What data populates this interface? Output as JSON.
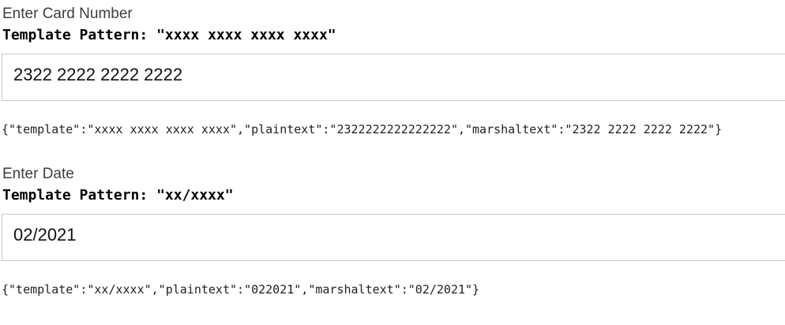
{
  "card_section": {
    "title": "Enter Card Number",
    "pattern_label": "Template Pattern: \"xxxx xxxx xxxx xxxx\"",
    "input_value": "2322 2222 2222 2222",
    "json_output": "{\"template\":\"xxxx xxxx xxxx xxxx\",\"plaintext\":\"2322222222222222\",\"marshaltext\":\"2322 2222 2222 2222\"}"
  },
  "date_section": {
    "title": "Enter Date",
    "pattern_label": "Template Pattern: \"xx/xxxx\"",
    "input_value": "02/2021",
    "json_output": "{\"template\":\"xx/xxxx\",\"plaintext\":\"022021\",\"marshaltext\":\"02/2021\"}"
  },
  "colors": {
    "input_border": "#c9c9c9",
    "heading_text": "#3d3d3d",
    "pattern_text": "#000000",
    "json_text": "#1f1f1f",
    "background": "#ffffff"
  }
}
